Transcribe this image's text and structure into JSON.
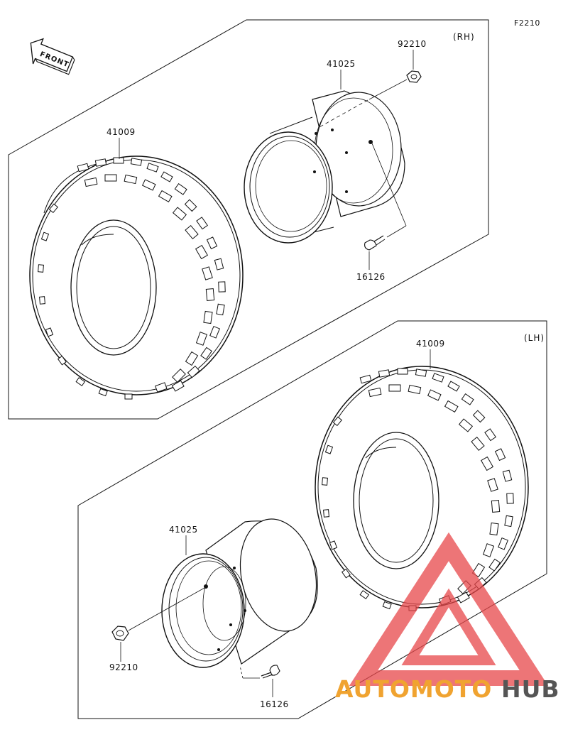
{
  "figure_code": "F2210",
  "front_label": "FRONT",
  "watermark": {
    "part1": "AUTOMOTO",
    "part2": "HUB",
    "color_red": "#e8474a",
    "color_orange": "#f0a330",
    "color_grey": "#555555"
  },
  "rh_group": {
    "side_label": "(RH)",
    "tire_part": "41009",
    "wheel_part": "41025",
    "nut_part": "92210",
    "valve_part": "16126"
  },
  "lh_group": {
    "side_label": "(LH)",
    "tire_part": "41009",
    "wheel_part": "41025",
    "nut_part": "92210",
    "valve_part": "16126"
  }
}
